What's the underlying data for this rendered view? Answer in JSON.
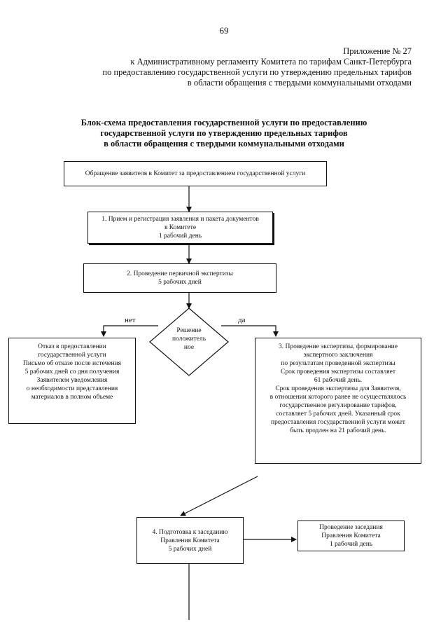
{
  "page_number": "69",
  "appendix": {
    "line1": "Приложение № 27",
    "line2": "к Административному регламенту Комитета по тарифам Санкт-Петербурга",
    "line3": "по предоставлению государственной услуги по утверждению предельных тарифов",
    "line4": "в области обращения с твердыми коммунальными отходами"
  },
  "title": {
    "line1": "Блок-схема предоставления государственной услуги по предоставлению",
    "line2": "государственной услуги по утверждению предельных тарифов",
    "line3": "в области обращения с твердыми коммунальными отходами"
  },
  "flow": {
    "start": "Обращение заявителя в Комитет за предоставлением государственной услуги",
    "step1": [
      "1. Прием и регистрация заявления и пакета документов",
      "в Комитете",
      "1 рабочий день"
    ],
    "step2": [
      "2. Проведение первичной экспертизы",
      "5 рабочих дней"
    ],
    "decision": [
      "Решение",
      "положитель",
      "ное"
    ],
    "no_label": "нет",
    "yes_label": "да",
    "refusal": [
      "Отказ в предоставлении",
      "государственной услуги",
      "Письмо об отказе после истечения",
      "5 рабочих дней со дня получения",
      "Заявителем уведомления",
      "о необходимости представления",
      "материалов в полном объеме"
    ],
    "step3": [
      "3. Проведение экспертизы, формирование",
      "экспертного заключения",
      "по результатам проведенной экспертизы",
      "Срок проведения экспертизы составляет",
      "61 рабочий день.",
      "Срок проведения экспертизы для Заявителя,",
      "в отношении которого ранее не осуществлялось",
      "государственное регулирование тарифов,",
      "составляет 5 рабочих дней. Указанный срок",
      "предоставления государственной услуги может",
      "быть продлен на 21 рабочий день."
    ],
    "step4": [
      "4. Подготовка к заседанию",
      "Правления Комитета",
      "5 рабочих дней"
    ],
    "meeting": [
      "Проведение заседания",
      "Правления Комитета",
      "1 рабочий день"
    ]
  }
}
